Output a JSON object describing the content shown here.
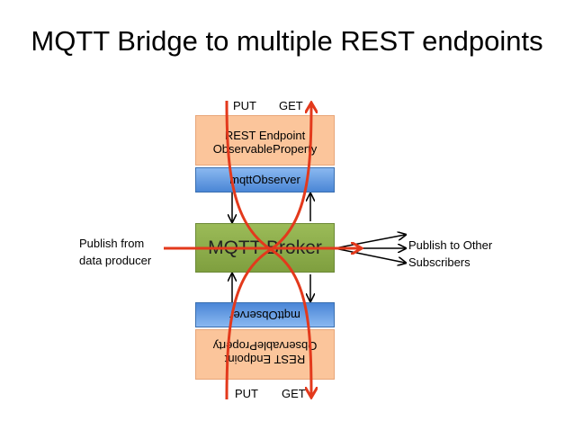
{
  "title": "MQTT Bridge to multiple REST endpoints",
  "top": {
    "put_label": "PUT",
    "get_label": "GET",
    "rest_line1": "REST Endpoint",
    "rest_line2": "ObservableProperty",
    "observer_label": "mqttObserver"
  },
  "broker_label": "MQTT Broker",
  "left": {
    "line1": "Publish from",
    "line2": "data producer"
  },
  "right": {
    "line1": "Publish to Other",
    "line2": "Subscribers"
  },
  "bottom": {
    "put_label": "PUT",
    "get_label": "GET",
    "rest_line1": "REST Endpoint",
    "rest_line2": "ObservableProperty",
    "observer_label": "mqttObserver"
  },
  "colors": {
    "rest_fill": "#fbc59b",
    "observer_fill": "#5a93d9",
    "broker_fill": "#8aa94a",
    "flow_arrow": "#e3391c",
    "connector": "#000000"
  }
}
